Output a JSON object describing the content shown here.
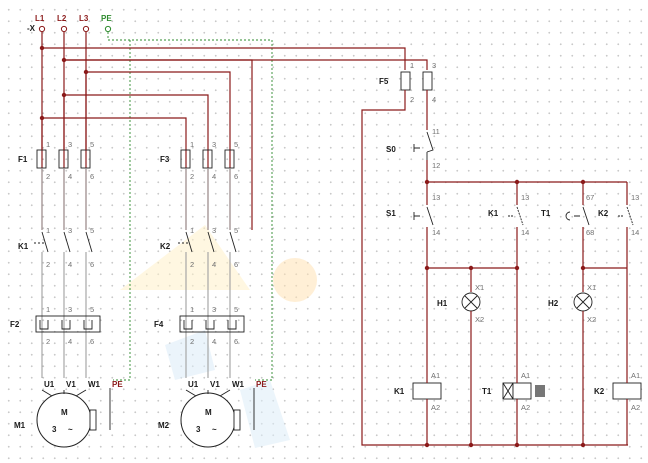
{
  "supply": {
    "l1": "L1",
    "l2": "L2",
    "l3": "L3",
    "pe": "PE",
    "terminal": "-X"
  },
  "components": {
    "f1": "F1",
    "f3": "F3",
    "f5": "F5",
    "k1": "K1",
    "k2": "K2",
    "f2": "F2",
    "f4": "F4",
    "m1": "M1",
    "m2": "M2",
    "s0": "S0",
    "s1": "S1",
    "t1": "T1",
    "h1": "H1",
    "h2": "H2"
  },
  "motor_terminals": {
    "u1": "U1",
    "v1": "V1",
    "w1": "W1",
    "pe": "PE"
  },
  "motor_symbol": {
    "m": "M",
    "phases": "3",
    "ac": "~"
  },
  "pins": {
    "p1": "1",
    "p2": "2",
    "p3": "3",
    "p4": "4",
    "p5": "5",
    "p6": "6",
    "p11": "11",
    "p12": "12",
    "p13": "13",
    "p14": "14",
    "p67": "67",
    "p68": "68",
    "x1": "X1",
    "x2": "X2",
    "a1": "A1",
    "a2": "A2"
  },
  "colors": {
    "line": "#8b1a1a",
    "device": "#a0a0a0",
    "protective_earth": "#2e8b2e",
    "symbol": "#222222"
  }
}
